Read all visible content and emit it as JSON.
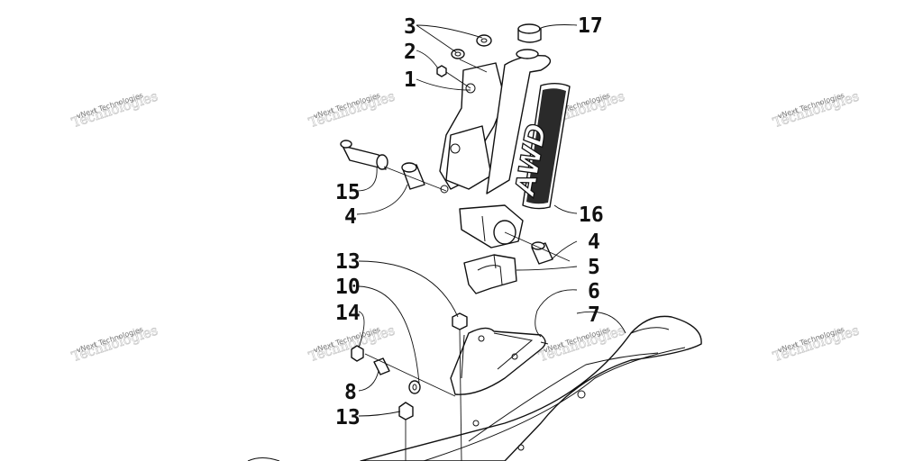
{
  "callouts": [
    {
      "id": "1",
      "label": "1"
    },
    {
      "id": "2",
      "label": "2"
    },
    {
      "id": "3",
      "label": "3"
    },
    {
      "id": "4a",
      "label": "4"
    },
    {
      "id": "4b",
      "label": "4"
    },
    {
      "id": "5",
      "label": "5"
    },
    {
      "id": "6",
      "label": "6"
    },
    {
      "id": "7",
      "label": "7"
    },
    {
      "id": "8",
      "label": "8"
    },
    {
      "id": "10",
      "label": "10"
    },
    {
      "id": "13a",
      "label": "13"
    },
    {
      "id": "13b",
      "label": "13"
    },
    {
      "id": "14",
      "label": "14"
    },
    {
      "id": "15",
      "label": "15"
    },
    {
      "id": "16",
      "label": "16"
    },
    {
      "id": "17",
      "label": "17"
    }
  ],
  "decal_text": "AWD",
  "watermark": {
    "line1": "vNext Technologies",
    "line2": "Technologies"
  }
}
